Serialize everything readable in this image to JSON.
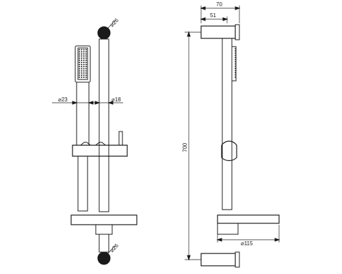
{
  "dimensions": {
    "diameter_top_ball": "⌀26",
    "diameter_handshower": "⌀23",
    "diameter_bar": "⌀18",
    "diameter_bottom_ball": "⌀26",
    "height_total": "700",
    "depth_wall_arm": "70",
    "depth_inner": "51",
    "diameter_soap_dish": "⌀115"
  }
}
